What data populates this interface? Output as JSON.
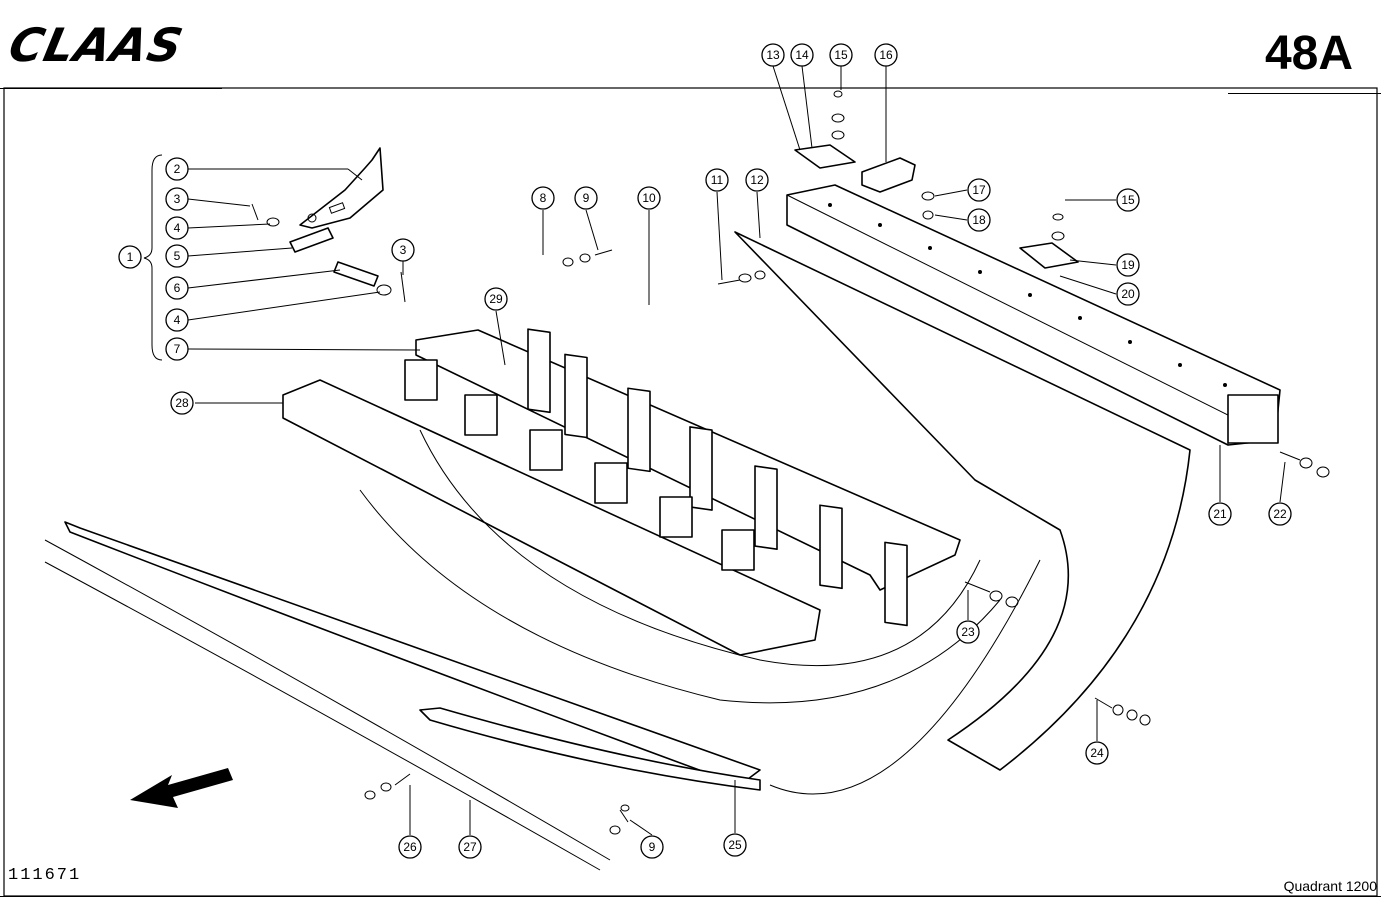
{
  "header": {
    "brand": "CLAAS",
    "page_number": "48A"
  },
  "footer": {
    "drawing_id": "111671",
    "model": "Quadrant 1200"
  },
  "callouts": [
    "1",
    "2",
    "3",
    "4",
    "5",
    "6",
    "4",
    "7",
    "3",
    "8",
    "9",
    "10",
    "11",
    "12",
    "13",
    "14",
    "15",
    "16",
    "17",
    "18",
    "15",
    "19",
    "20",
    "21",
    "22",
    "23",
    "24",
    "25",
    "26",
    "27",
    "9",
    "28",
    "29"
  ]
}
